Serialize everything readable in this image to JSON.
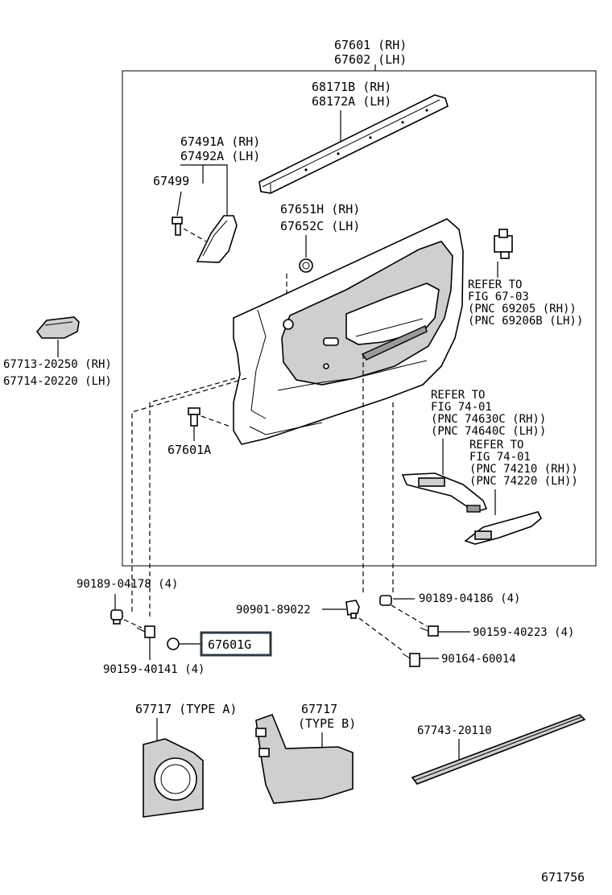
{
  "labels": {
    "panel_rh": "67601 (RH)",
    "panel_lh": "67602 (LH)",
    "weatherstrip_rh": "68171B (RH)",
    "weatherstrip_lh": "68172A (LH)",
    "cover_rh": "67491A (RH)",
    "cover_lh": "67492A (LH)",
    "clip_67499": "67499",
    "pad_rh": "67651H (RH)",
    "pad_lh": "67652C (LH)",
    "refer_1_l1": "REFER TO",
    "refer_1_l2": "FIG 67-03",
    "refer_1_l3": "(PNC 69205  (RH))",
    "refer_1_l4": "(PNC 69206B (LH))",
    "handle_rh": "67713-20250 (RH)",
    "handle_lh": "67714-20220 (LH)",
    "clip_67601a": "67601A",
    "refer_2_l1": "REFER TO",
    "refer_2_l2": "FIG 74-01",
    "refer_2_l3": "(PNC 74630C (RH))",
    "refer_2_l4": "(PNC 74640C (LH))",
    "refer_3_l1": "REFER TO",
    "refer_3_l2": "FIG 74-01",
    "refer_3_l3": "(PNC 74210  (RH))",
    "refer_3_l4": "(PNC 74220  (LH))",
    "clip_04178": "90189-04178 (4)",
    "clip_89022": "90901-89022",
    "clip_04186": "90189-04186 (4)",
    "screw_40223": "90159-40223 (4)",
    "screw_60014": "90164-60014",
    "screw_40141": "90159-40141 (4)",
    "highlight_part": "67601G",
    "cover_type_a": "67717 (TYPE  A)",
    "cover_type_b_l1": "67717",
    "cover_type_b_l2": "(TYPE  B)",
    "moulding": "67743-20110",
    "figure_number": "671756"
  },
  "colors": {
    "line": "#000000",
    "highlight_box": "#2f3a40",
    "part_fill": "#cfcfcf"
  }
}
